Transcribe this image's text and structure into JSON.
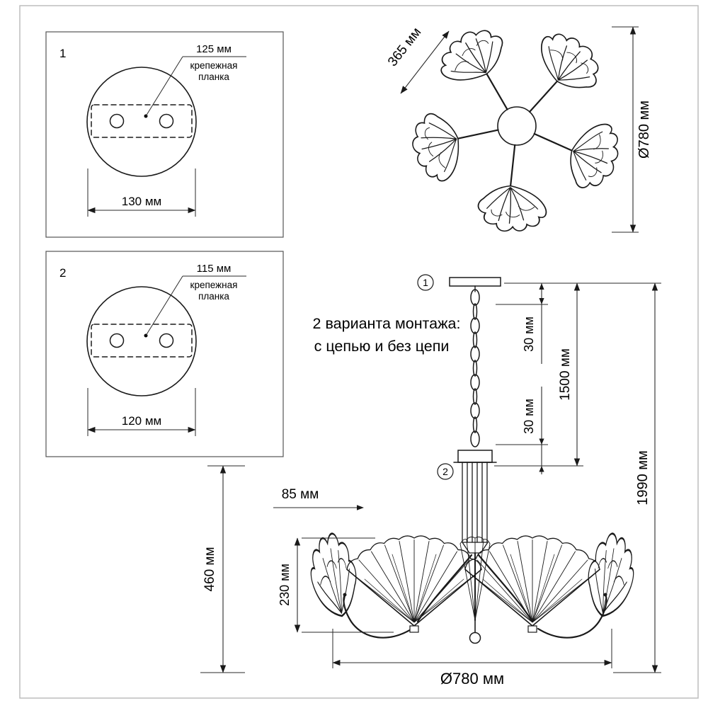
{
  "box1": {
    "index": "1",
    "offset_label": "125 мм",
    "plate_line1": "крепежная",
    "plate_line2": "планка",
    "width_label": "130 мм"
  },
  "box2": {
    "index": "2",
    "offset_label": "115 мм",
    "plate_line1": "крепежная",
    "plate_line2": "планка",
    "width_label": "120 мм"
  },
  "top_view": {
    "arm_label": "365 мм",
    "diameter_label": "Ø780 мм"
  },
  "note": {
    "line1": "2 варианта монтажа:",
    "line2": "с цепью и без цепи"
  },
  "side_view": {
    "marker1": "1",
    "marker2": "2",
    "dim_30_top": "30 мм",
    "dim_30_bottom": "30 мм",
    "dim_1500": "1500 мм",
    "dim_1990": "1990 мм",
    "dim_85": "85 мм",
    "dim_230": "230 мм",
    "dim_460": "460 мм",
    "dim_diameter": "Ø780 мм"
  },
  "colors": {
    "line": "#1a1a1a",
    "border": "#bdbdbd",
    "background": "#ffffff"
  }
}
